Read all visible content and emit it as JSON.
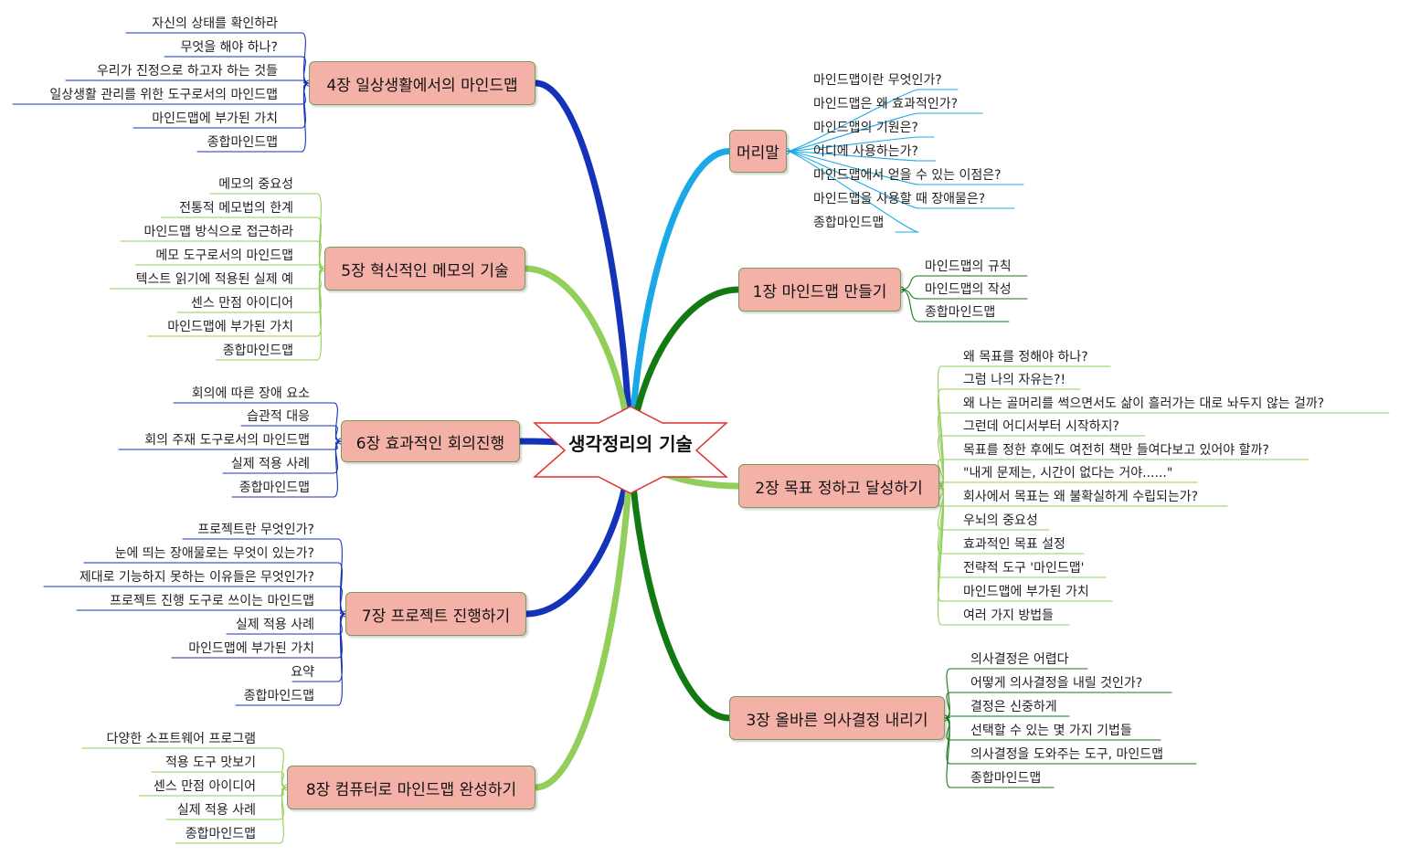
{
  "central": "생각정리의 기술",
  "colors": {
    "blue": "#1533b8",
    "cyan": "#1aa9e6",
    "dark_green": "#137a13",
    "light_green": "#92cf5a",
    "topic_fill": "#f4b1a8"
  },
  "branches": [
    {
      "id": "intro",
      "label": "머리말",
      "color": "#1aa9e6",
      "side": "right",
      "items": [
        "마인드맵이란 무엇인가?",
        "마인드맵은 왜 효과적인가?",
        "마인드맵의 기원은?",
        "어디에 사용하는가?",
        "마인드맵에서 얻을 수 있는 이점은?",
        "마인드맵을 사용할 때 장애물은?",
        "종합마인드맵"
      ]
    },
    {
      "id": "ch1",
      "label": "1장 마인드맵 만들기",
      "color": "#137a13",
      "side": "right",
      "items": [
        "마인드맵의 규칙",
        "마인드맵의 작성",
        "종합마인드맵"
      ]
    },
    {
      "id": "ch2",
      "label": "2장 목표 정하고 달성하기",
      "color": "#92cf5a",
      "side": "right",
      "items": [
        "왜 목표를 정해야 하나?",
        "그럼 나의 자유는?!",
        "왜 나는 골머리를 썩으면서도 삶이 흘러가는 대로 놔두지 않는 걸까?",
        "그런데 어디서부터 시작하지?",
        "목표를 정한 후에도 여전히 책만 들여다보고 있어야 할까?",
        "\"내게 문제는, 시간이 없다는 거야......\"",
        "회사에서 목표는 왜 불확실하게 수립되는가?",
        "우뇌의 중요성",
        "효과적인 목표 설정",
        "전략적 도구 '마인드맵'",
        "마인드맵에 부가된 가치",
        "여러 가지 방법들"
      ]
    },
    {
      "id": "ch3",
      "label": "3장 올바른 의사결정 내리기",
      "color": "#137a13",
      "side": "right",
      "items": [
        "의사결정은 어렵다",
        "어떻게 의사결정을 내릴 것인가?",
        "결정은 신중하게",
        "선택할 수 있는 몇 가지 기법들",
        "의사결정을 도와주는 도구, 마인드맵",
        "종합마인드맵"
      ]
    },
    {
      "id": "ch4",
      "label": "4장 일상생활에서의 마인드맵",
      "color": "#1533b8",
      "side": "left",
      "items": [
        "자신의 상태를 확인하라",
        "무엇을 해야 하나?",
        "우리가 진정으로 하고자 하는 것들",
        "일상생활 관리를 위한 도구로서의 마인드맵",
        "마인드맵에 부가된 가치",
        "종합마인드맵"
      ]
    },
    {
      "id": "ch5",
      "label": "5장 혁신적인 메모의 기술",
      "color": "#92cf5a",
      "side": "left",
      "items": [
        "메모의 중요성",
        "전통적 메모법의 한계",
        "마인드맵 방식으로 접근하라",
        "메모 도구로서의 마인드맵",
        "텍스트 읽기에 적용된 실제 예",
        "센스 만점 아이디어",
        "마인드맵에 부가된 가치",
        "종합마인드맵"
      ]
    },
    {
      "id": "ch6",
      "label": "6장 효과적인 회의진행",
      "color": "#1533b8",
      "side": "left",
      "items": [
        "회의에 따른 장애 요소",
        "습관적 대응",
        "회의 주재 도구로서의 마인드맵",
        "실제 적용 사례",
        "종합마인드맵"
      ]
    },
    {
      "id": "ch7",
      "label": "7장 프로젝트 진행하기",
      "color": "#1533b8",
      "side": "left",
      "items": [
        "프로젝트란 무엇인가?",
        "눈에 띄는 장애물로는 무엇이 있는가?",
        "제대로 기능하지 못하는 이유들은 무엇인가?",
        "프로젝트 진행 도구로 쓰이는 마인드맵",
        "실제 적용 사례",
        "마인드맵에 부가된 가치",
        "요약",
        "종합마인드맵"
      ]
    },
    {
      "id": "ch8",
      "label": "8장 컴퓨터로 마인드맵 완성하기",
      "color": "#92cf5a",
      "side": "left",
      "items": [
        "다양한 소프트웨어 프로그램",
        "적용 도구 맛보기",
        "센스 만점 아이디어",
        "실제 적용 사례",
        "종합마인드맵"
      ]
    }
  ]
}
